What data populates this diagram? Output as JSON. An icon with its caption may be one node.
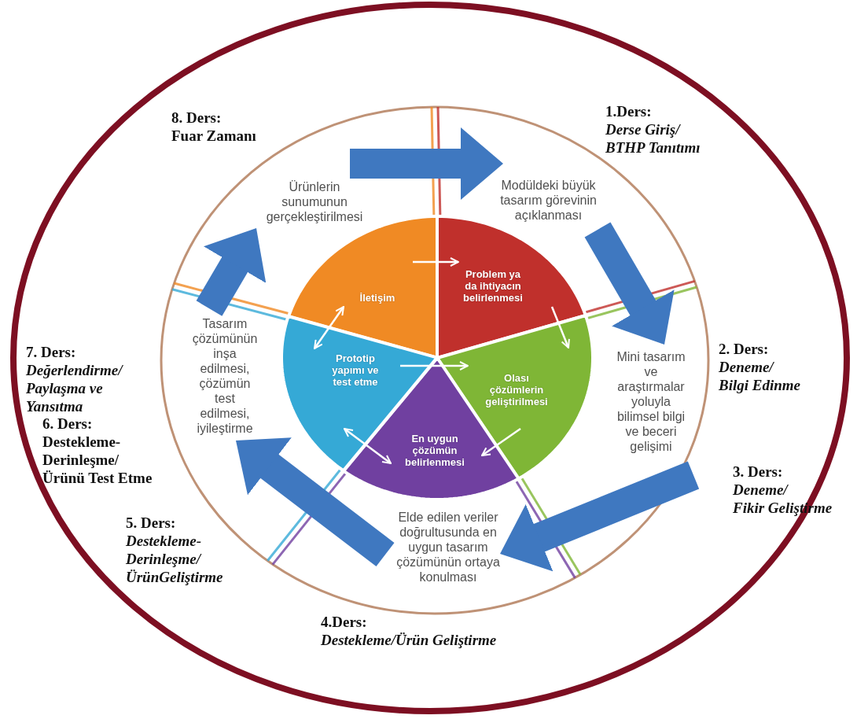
{
  "diagram": {
    "nodes": [
      {
        "text": [
          "Ürünlerin sunumunun gerçekleştirilmesi"
        ]
      },
      {
        "text": [
          "Modüldeki büyük tasarım görevinin açıklanması"
        ]
      },
      {
        "text": [
          "Mini tasarım ve araştırmalar yoluyla bilimsel bilgi ve beceri gelişimi"
        ]
      },
      {
        "text": [
          "Elde edilen veriler doğrultusunda en uygun tasarım çözümünün ortaya konulması"
        ]
      },
      {
        "text": [
          "Tasarım çözümünün inşa edilmesi, çözümün test edilmesi, iyileştirme"
        ]
      },
      {
        "text": [
          "İletişim"
        ]
      },
      {
        "text": [
          "Problem ya da ihtiyacın belirlenmesi"
        ]
      },
      {
        "text": [
          "Olası çözümlerin geliştirilmesi"
        ]
      },
      {
        "text": [
          "En uygun çözümün belirlenmesi"
        ]
      },
      {
        "text": [
          "Prototip yapımı ve test etme"
        ]
      }
    ],
    "edges": [
      {
        "from": 0,
        "to": 1,
        "arrow": "to",
        "style": "thick",
        "color": "#3f78c0"
      },
      {
        "from": 1,
        "to": 2,
        "arrow": "to",
        "style": "thick",
        "color": "#3f78c0"
      },
      {
        "from": 2,
        "to": 3,
        "arrow": "to",
        "style": "thick",
        "color": "#3f78c0"
      },
      {
        "from": 3,
        "to": 4,
        "arrow": "to",
        "style": "thick",
        "color": "#3f78c0"
      },
      {
        "from": 4,
        "to": 0,
        "arrow": "to",
        "style": "thick",
        "color": "#3f78c0"
      },
      {
        "from": 5,
        "to": 6,
        "arrow": "to"
      },
      {
        "from": 6,
        "to": 7,
        "arrow": "to"
      },
      {
        "from": 7,
        "to": 8,
        "arrow": "to"
      },
      {
        "from": 8,
        "to": 9,
        "arrow": "both"
      },
      {
        "from": 9,
        "to": 5,
        "arrow": "both"
      },
      {
        "from": 9,
        "to": 7,
        "arrow": "to"
      }
    ],
    "labels": [
      "8. Ders:",
      "Fuar Zamanı",
      "1.Ders:",
      "Derse Giriş/ BTHP Tanıtımı",
      "7. Ders:",
      "Değerlendirme/ Paylaşma ve Yansıtma",
      "2. Ders:",
      "Deneme/ Bilgi Edinme",
      "6. Ders:",
      "Destekleme- Derinleşme/ Ürünü Test Etme",
      "3. Ders:",
      "Deneme/ Fikir Geliştirme",
      "5. Ders:",
      "Destekleme- Derinleşme/ ÜrünGeliştirme",
      "4.Ders:",
      "Destekleme/Ürün Geliştirme"
    ]
  }
}
